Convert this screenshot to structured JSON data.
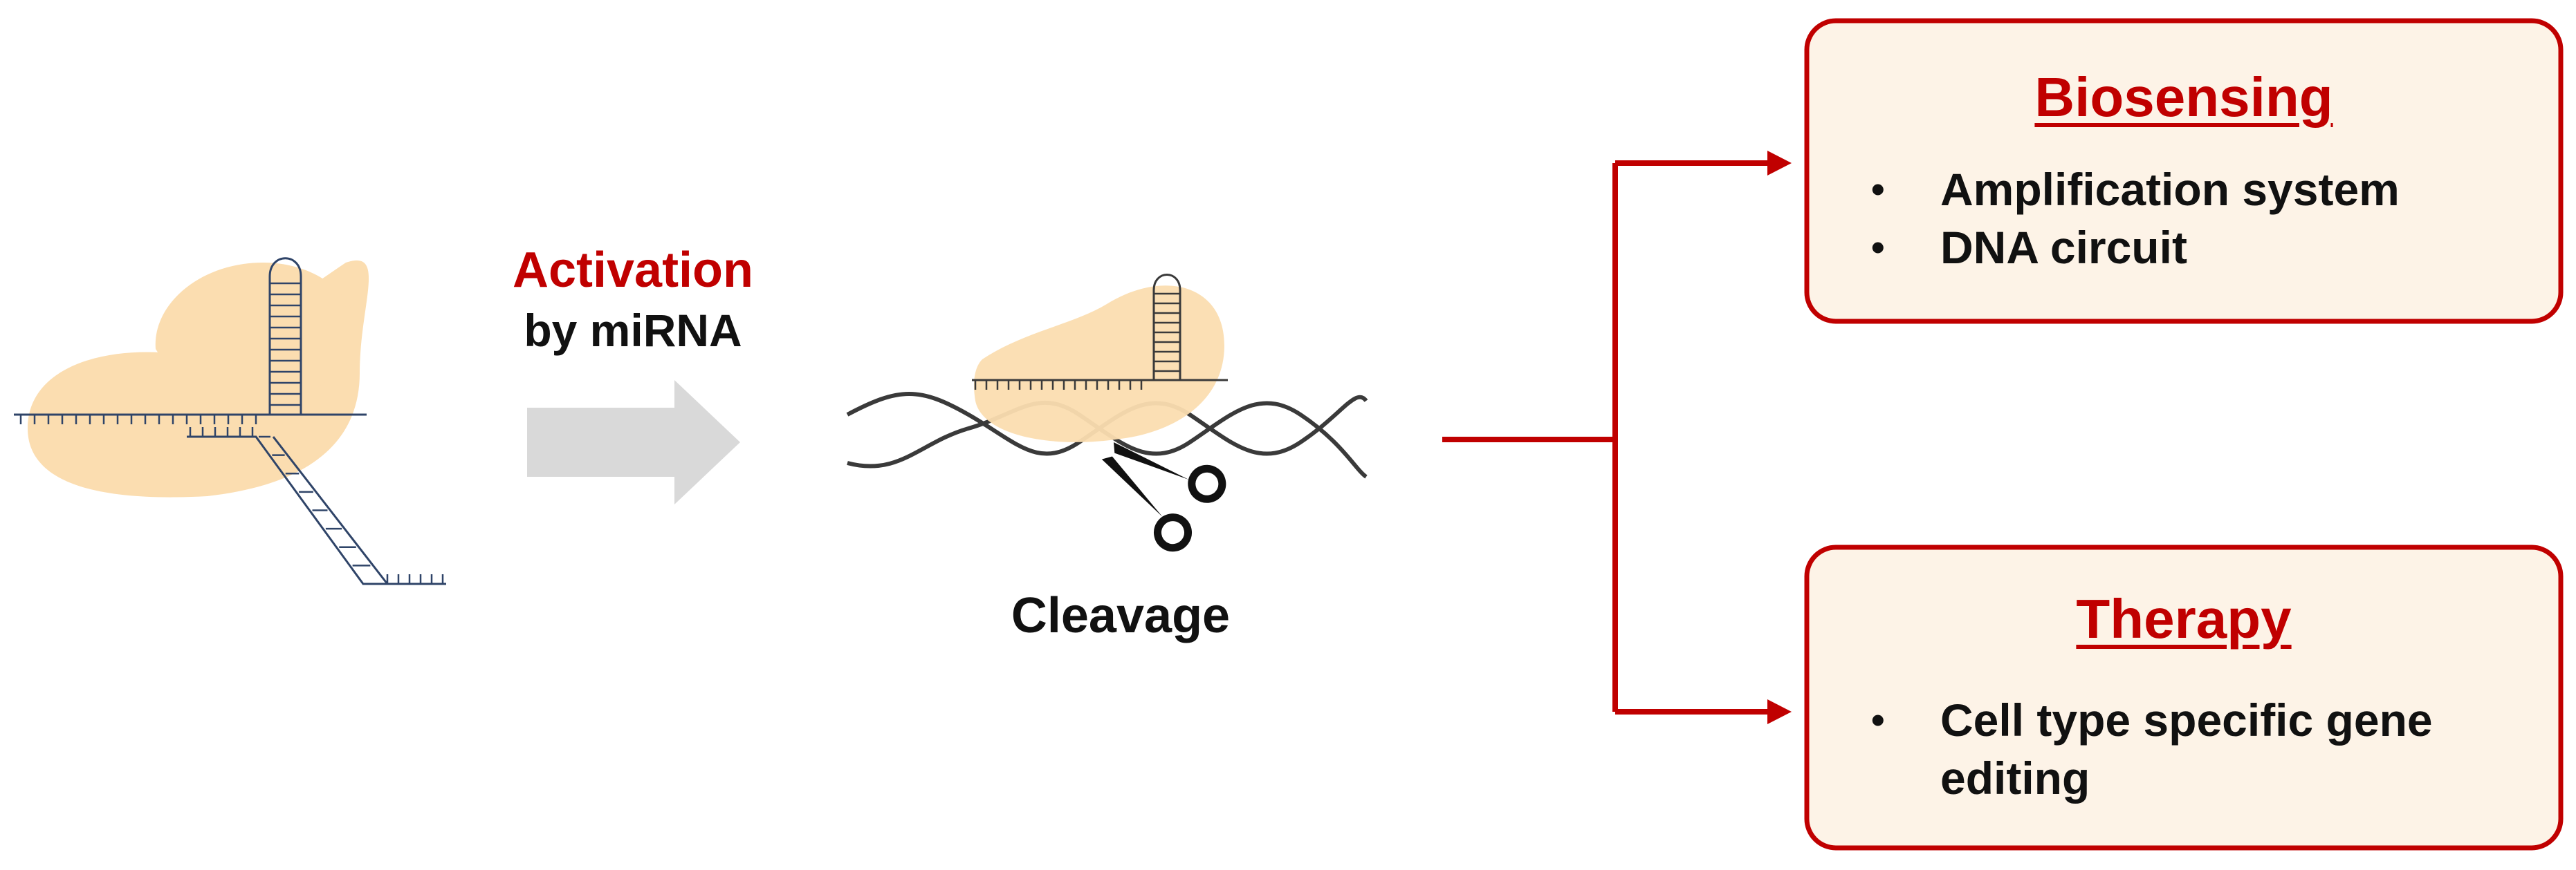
{
  "activation": {
    "title": "Activation",
    "subtitle": "by miRNA"
  },
  "cleavage": {
    "label": "Cleavage"
  },
  "biosensing": {
    "title": "Biosensing",
    "items": [
      "Amplification system",
      "DNA circuit"
    ]
  },
  "therapy": {
    "title": "Therapy",
    "items": [
      "Cell type specific gene editing"
    ]
  },
  "colors": {
    "accent_red": "#c00000",
    "protein_fill": "#fbddb0",
    "box_fill": "#fdf3e7",
    "arrow_gray": "#d9d9d9",
    "strand_navy": "#2f4468",
    "dna_gray": "#3a3a3a"
  },
  "icons": [
    "scissors-icon"
  ]
}
